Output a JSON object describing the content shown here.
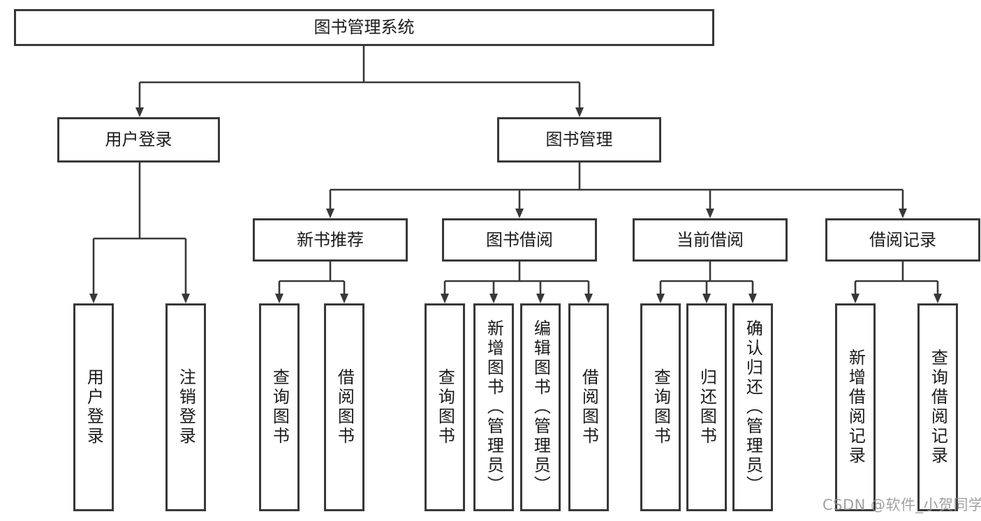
{
  "meta": {
    "watermark": "CSDN @软件_小贺同学"
  },
  "colors": {
    "line": "#383838",
    "box_border": "#383838",
    "box_background": "#ffffff",
    "text": "#1a1a1a",
    "watermark": "#919191"
  },
  "tree": {
    "root": {
      "label": "图书管理系统"
    },
    "branches": [
      {
        "label": "用户登录",
        "children": [
          {
            "label": "用户登录"
          },
          {
            "label": "注销登录"
          }
        ]
      },
      {
        "label": "图书管理",
        "children": [
          {
            "label": "新书推荐",
            "children": [
              {
                "label": "查询图书"
              },
              {
                "label": "借阅图书"
              }
            ]
          },
          {
            "label": "图书借阅",
            "children": [
              {
                "label": "查询图书"
              },
              {
                "label": "新增图书（管理员）"
              },
              {
                "label": "编辑图书（管理员）"
              },
              {
                "label": "借阅图书"
              }
            ]
          },
          {
            "label": "当前借阅",
            "children": [
              {
                "label": "查询图书"
              },
              {
                "label": "归还图书"
              },
              {
                "label": "确认归还（管理员）"
              }
            ]
          },
          {
            "label": "借阅记录",
            "children": [
              {
                "label": "新增借阅记录"
              },
              {
                "label": "查询借阅记录"
              }
            ]
          }
        ]
      }
    ]
  }
}
